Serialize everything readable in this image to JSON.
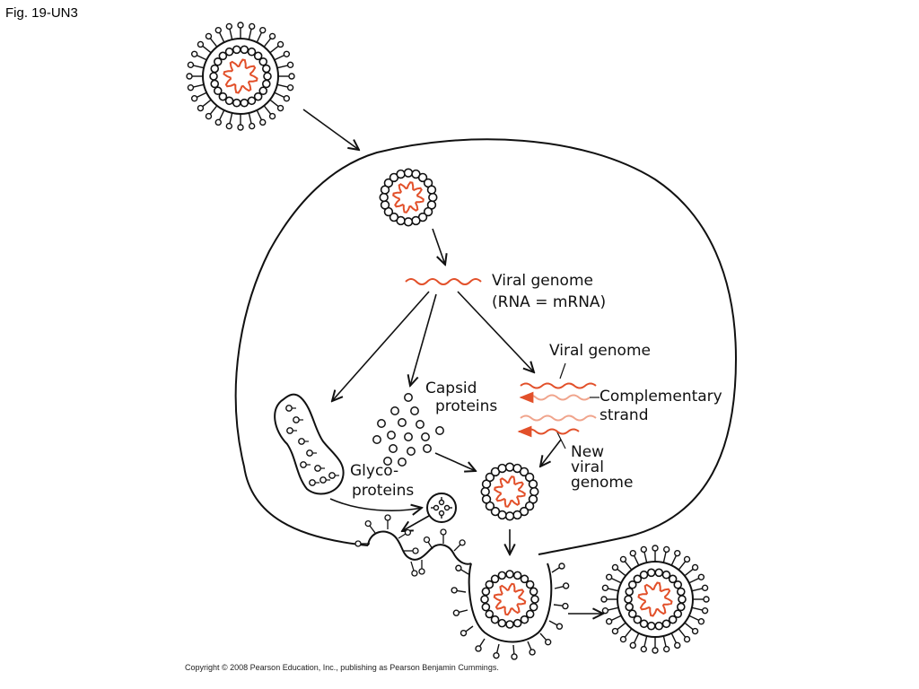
{
  "figure_label": "Fig. 19-UN3",
  "labels": {
    "viral_genome_1": "Viral genome",
    "rna_mrna": "(RNA = mRNA)",
    "viral_genome_2": "Viral genome",
    "complementary_1": "Complementary",
    "complementary_2": "strand",
    "new_1": "New",
    "new_2": "viral",
    "new_3": "genome",
    "capsid_1": "Capsid",
    "capsid_2": "proteins",
    "glyco_1": "Glyco-",
    "glyco_2": "proteins"
  },
  "copyright": "Copyright © 2008 Pearson Education, Inc., publishing as Pearson Benjamin Cummings.",
  "colors": {
    "outline": "#111111",
    "rna": "#e2502a",
    "rna_light": "#f0a48c"
  }
}
